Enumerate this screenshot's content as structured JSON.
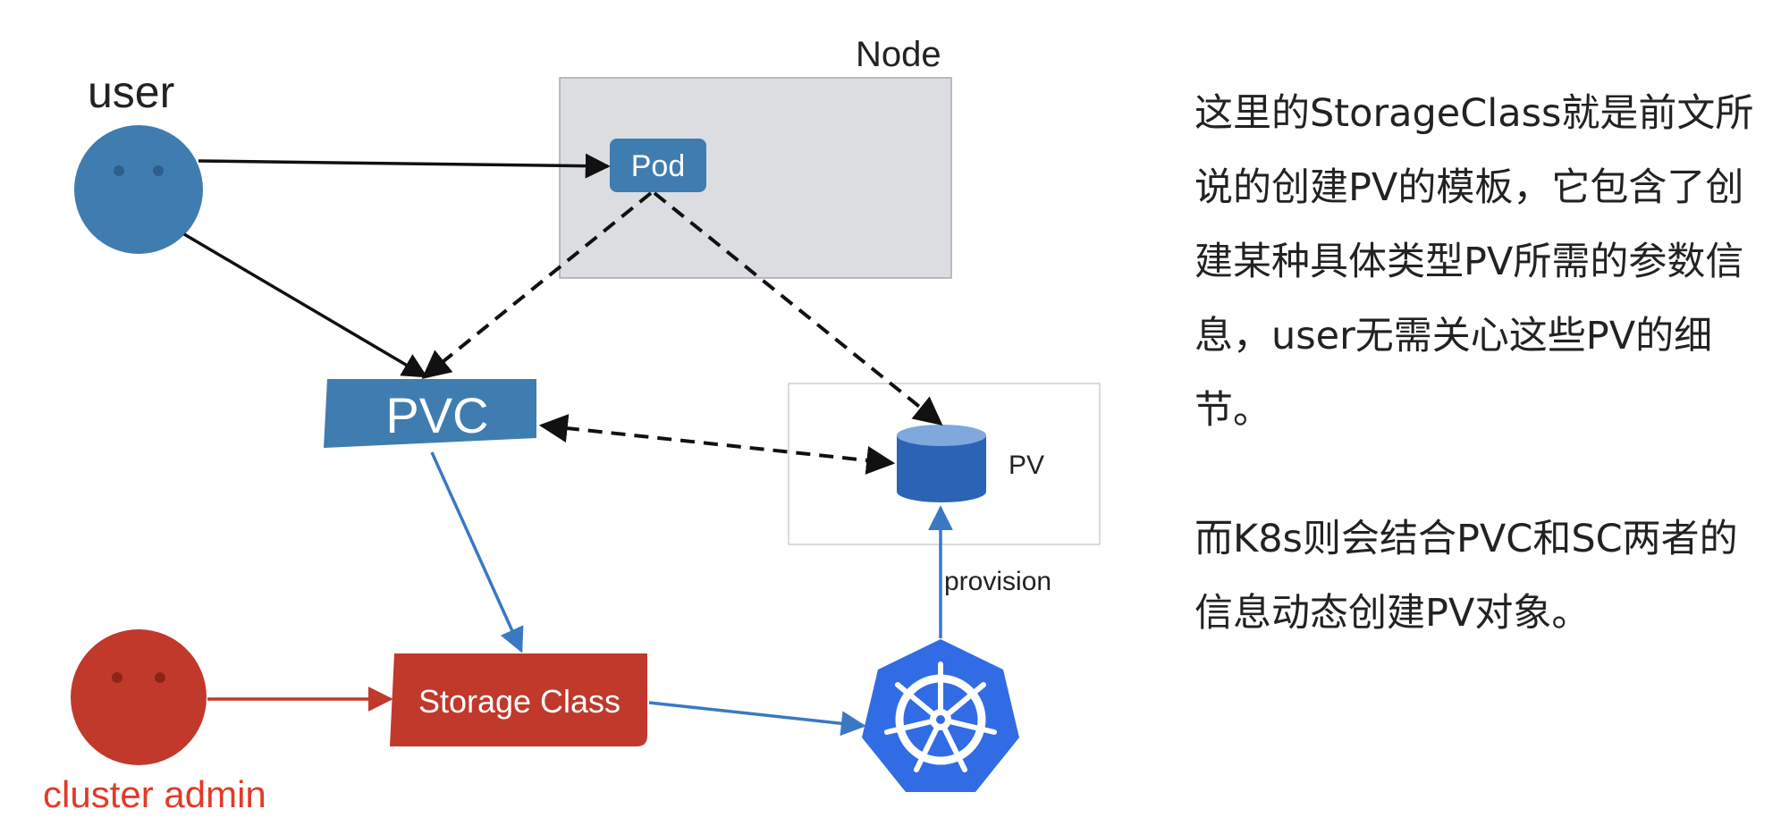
{
  "diagram": {
    "user_label": "user",
    "admin_label": "cluster admin",
    "node_label": "Node",
    "pod_label": "Pod",
    "pvc_label": "PVC",
    "pv_label": "PV",
    "storage_class_label": "Storage Class",
    "provision_label": "provision"
  },
  "colors": {
    "user_blue": "#3f7db0",
    "admin_red": "#c0392b",
    "admin_text": "#e23a2a",
    "node_gray": "#dcdde0",
    "k8s_blue": "#326ce5",
    "arrow_blue": "#3a78c3",
    "pv_blue": "#2b63b5"
  },
  "description": {
    "paragraph1": "这里的StorageClass就是前文所说的创建PV的模板，它包含了创建某种具体类型PV所需的参数信息，user无需关心这些PV的细节。",
    "paragraph2": "而K8s则会结合PVC和SC两者的信息动态创建PV对象。"
  }
}
